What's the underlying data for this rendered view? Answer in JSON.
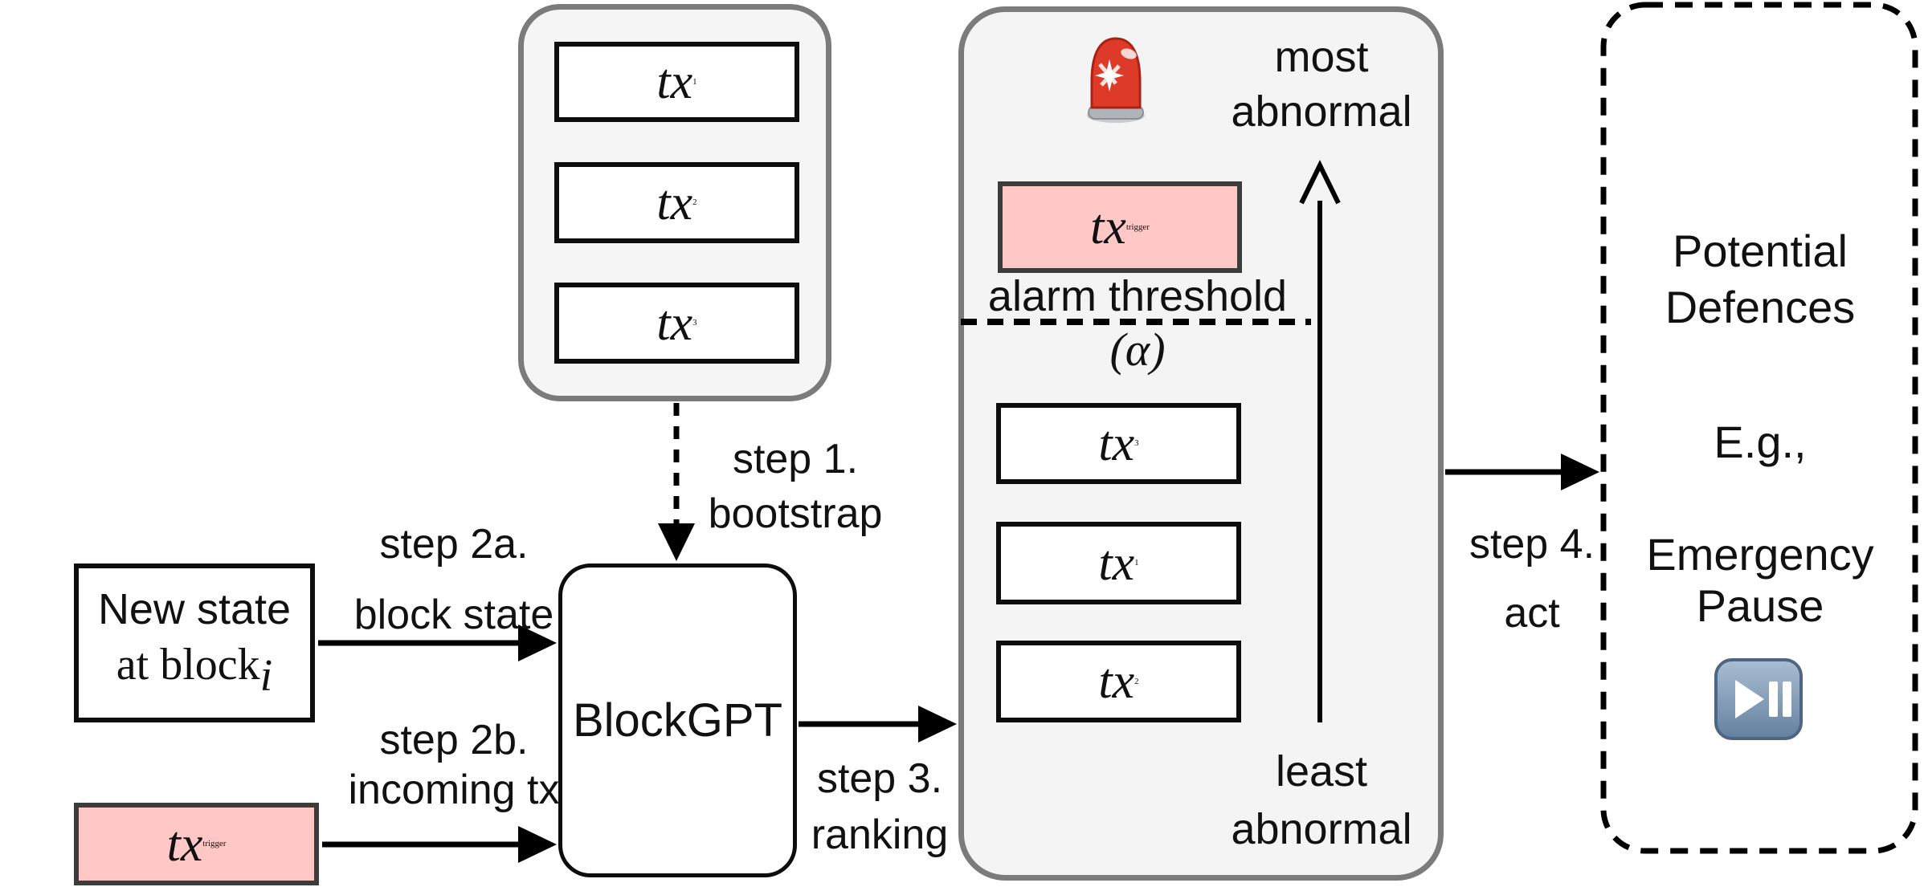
{
  "colors": {
    "panel_fill": "#f4f4f4",
    "panel_border": "#7b7b7b",
    "box_border": "#0d0d0d",
    "pink_fill": "#ffc7c5",
    "pink_border": "#3c3c3c",
    "arrow_black": "#000000",
    "siren_red": "#dd3a2a",
    "button_blue": "#7492ae"
  },
  "mempool_panel": {
    "tx_boxes": [
      {
        "base": "tx",
        "sub": "1"
      },
      {
        "base": "tx",
        "sub": "2"
      },
      {
        "base": "tx",
        "sub": "3"
      }
    ]
  },
  "inputs": {
    "new_state_line1": "New state",
    "new_state_line2": "at block",
    "new_state_sub": "i",
    "trigger_tx": {
      "base": "tx",
      "sub": "trigger"
    }
  },
  "model": {
    "name": "BlockGPT"
  },
  "steps": {
    "step1_line1": "step 1.",
    "step1_line2": "bootstrap",
    "step2a_line1": "step 2a.",
    "step2a_line2": "block state",
    "step2b_line1": "step 2b.",
    "step2b_line2": "incoming tx",
    "step3_line1": "step 3.",
    "step3_line2": "ranking",
    "step4_line1": "step 4.",
    "step4_line2": "act"
  },
  "ranking_panel": {
    "siren_icon": "police-car-light-emoji",
    "most_line1": "most",
    "most_line2": "abnormal",
    "trigger_tx": {
      "base": "tx",
      "sub": "trigger"
    },
    "alarm_label": "alarm threshold",
    "alpha_label": "(α)",
    "ranked_boxes": [
      {
        "base": "tx",
        "sub": "3"
      },
      {
        "base": "tx",
        "sub": "1"
      },
      {
        "base": "tx",
        "sub": "2"
      }
    ],
    "least_line1": "least",
    "least_line2": "abnormal"
  },
  "defences_panel": {
    "title_line1": "Potential",
    "title_line2": "Defences",
    "eg_label": "E.g.,",
    "action_line1": "Emergency",
    "action_line2": "Pause",
    "play_pause_icon": "play-pause-button-emoji"
  }
}
